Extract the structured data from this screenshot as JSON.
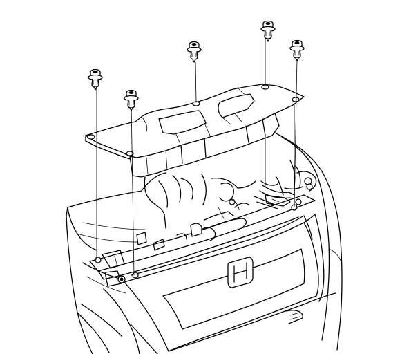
{
  "diagram": {
    "clips": [
      {
        "name": "clip-left-1"
      },
      {
        "name": "clip-left-2"
      },
      {
        "name": "clip-center"
      },
      {
        "name": "clip-right-1"
      },
      {
        "name": "clip-right-2"
      }
    ]
  }
}
